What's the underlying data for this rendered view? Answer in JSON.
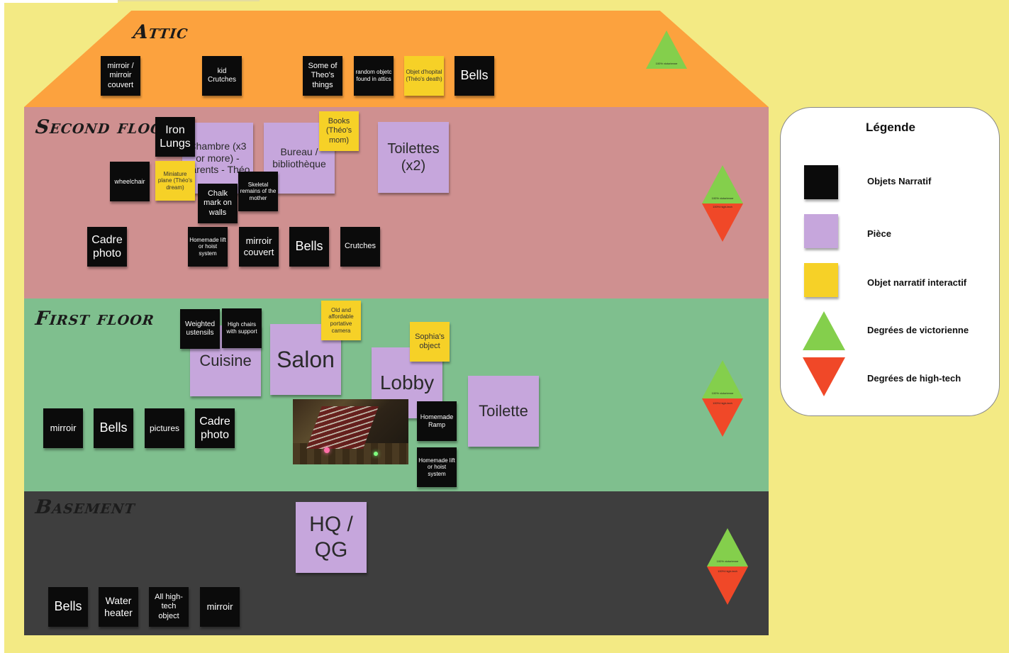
{
  "floors": {
    "attic": "Attic",
    "second": "Second floor",
    "first": "First floor",
    "basement": "Basement"
  },
  "notes": {
    "attic_mirror": "mirroir / mirroir couvert",
    "attic_crutches": "kid Crutches",
    "attic_theo_things": "Some of Theo's things",
    "attic_random": "random objetc found in attics",
    "attic_hopital": "Objet d'hopital (Théo's death)",
    "attic_bells": "Bells",
    "second_iron_lungs": "Iron Lungs",
    "second_chambre": "Chambre (x3 or more) - parents - Théo",
    "second_bureau": "Bureau / bibliothèque",
    "second_books": "Books (Théo's mom)",
    "second_toilettes": "Toilettes (x2)",
    "second_wheelchair": "wheelchair",
    "second_plane": "Miniature plane (Théo's dream)",
    "second_chalk": "Chalk mark on walls",
    "second_skeletal": "Skeletal remains of the mother",
    "second_cadre": "Cadre photo",
    "second_lift": "Homemade lift or hoist system",
    "second_mirror": "mirroir couvert",
    "second_bells": "Bells",
    "second_crutches": "Crutches",
    "first_ustensils": "Weighted ustensils",
    "first_chairs": "High chairs with support",
    "first_camera": "Old and affordable portative camera",
    "first_cuisine": "Cuisine",
    "first_salon": "Salon",
    "first_sophia": "Sophia's object",
    "first_lobby": "Lobby",
    "first_toilette": "Toilette",
    "first_mirror": "mirroir",
    "first_bells": "Bells",
    "first_pictures": "pictures",
    "first_cadre": "Cadre photo",
    "first_ramp": "Homemade Ramp",
    "first_lift": "Homemade lift or hoist system",
    "base_hq": "HQ / QG",
    "base_bells": "Bells",
    "base_water": "Water heater",
    "base_hightech": "All high-tech object",
    "base_mirror": "mirroir"
  },
  "gauges": {
    "victorian_label": "100% victorienne",
    "hightech_label": "100% high-tech"
  },
  "legend": {
    "title": "Légende",
    "narratif": "Objets Narratif",
    "piece": "Pièce",
    "interactif": "Objet narratif interactif",
    "victorienne": "Degrées de victorienne",
    "hightech": "Degrées de high-tech"
  },
  "colors": {
    "attic": "#fca23e",
    "second": "#cf9090",
    "first": "#7fbf8e",
    "basement": "#3e3e3e",
    "background": "#f3ea84",
    "note_black": "#0b0b0b",
    "note_purple": "#c6a6dc",
    "note_yellow": "#f6d127",
    "tri_green": "#84cf4c",
    "tri_red": "#f04828"
  }
}
